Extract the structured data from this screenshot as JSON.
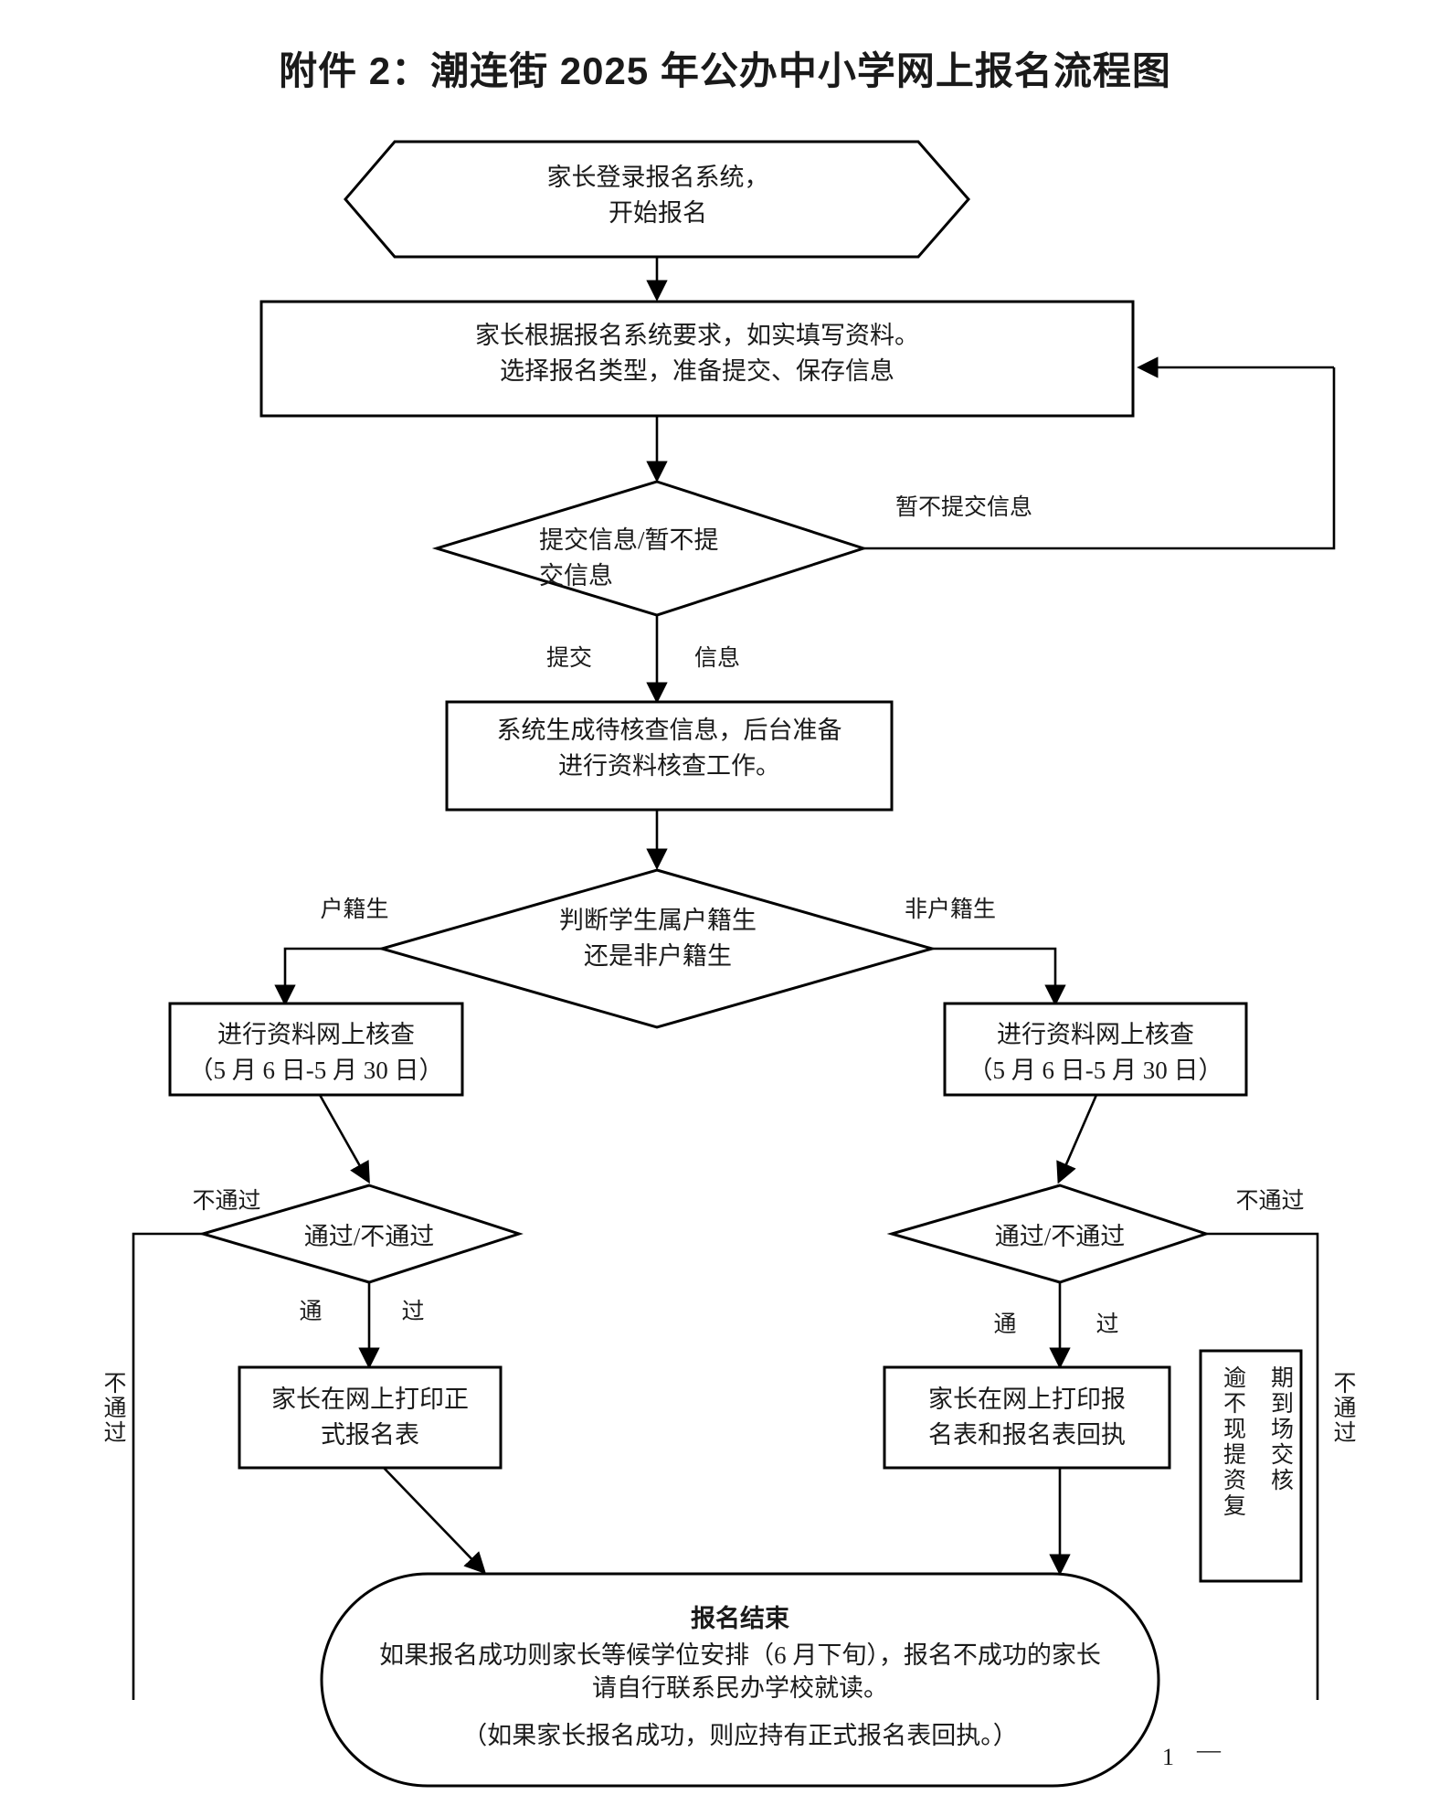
{
  "document": {
    "title": "附件 2：潮连街 2025 年公办中小学网上报名流程图",
    "page_number": "1",
    "page_marker": "—"
  },
  "flowchart": {
    "type": "flowchart",
    "nodes": [
      {
        "id": "start",
        "shape": "hexagon",
        "text": "家长登录报名系统，\n开始报名"
      },
      {
        "id": "fill-form",
        "shape": "rectangle",
        "text": "家长根据报名系统要求，如实填写资料。\n选择报名类型，准备提交、保存信息"
      },
      {
        "id": "submit-decision",
        "shape": "diamond",
        "text": "提交信息/暂不提\n交信息"
      },
      {
        "id": "system-generate",
        "shape": "rectangle",
        "text": "系统生成待核查信息，后台准备\n进行资料核查工作。"
      },
      {
        "id": "student-type-decision",
        "shape": "diamond",
        "text": "判断学生属户籍生\n还是非户籍生"
      },
      {
        "id": "review-local",
        "shape": "rectangle",
        "text": "进行资料网上核查\n（5 月 6 日-5 月 30 日）"
      },
      {
        "id": "review-nonlocal",
        "shape": "rectangle",
        "text": "进行资料网上核查\n（5 月 6 日-5 月 30 日）"
      },
      {
        "id": "pass-decision-local",
        "shape": "diamond",
        "text": "通过/不通过"
      },
      {
        "id": "pass-decision-nonlocal",
        "shape": "diamond",
        "text": "通过/不通过"
      },
      {
        "id": "print-local",
        "shape": "rectangle",
        "text": "家长在网上打印正\n式报名表"
      },
      {
        "id": "print-nonlocal",
        "shape": "rectangle",
        "text": "家长在网上打印报\n名表和报名表回执"
      },
      {
        "id": "overdue-note",
        "shape": "rectangle-vertical",
        "text_columns": [
          "逾不现提资复",
          "期到场交核"
        ],
        "column_right": "逾不现提资复",
        "column_left": "期到场交核"
      },
      {
        "id": "end",
        "shape": "rounded",
        "title": "报名结束",
        "lines": [
          "如果报名成功则家长等候学位安排（6 月下旬），报名不成功的家长",
          "请自行联系民办学校就读。",
          "（如果家长报名成功，则应持有正式报名表回执。）"
        ]
      }
    ],
    "edge_labels": {
      "hold_submit": "暂不提交信息",
      "submit": "提交 信息",
      "submit_left": "提交",
      "submit_right": "信息",
      "local_student": "户籍生",
      "nonlocal_student": "非户籍生",
      "fail_left_top": "不通过",
      "fail_left_vertical": "不通过",
      "fail_right_top": "不通过",
      "fail_right_vertical": "不通过",
      "pass_left": "通 过",
      "pass_left_a": "通",
      "pass_left_b": "过",
      "pass_right": "通 过",
      "pass_right_a": "通",
      "pass_right_b": "过"
    }
  },
  "colors": {
    "stroke": "#000000",
    "text": "#1a1a1a",
    "background": "#ffffff"
  }
}
